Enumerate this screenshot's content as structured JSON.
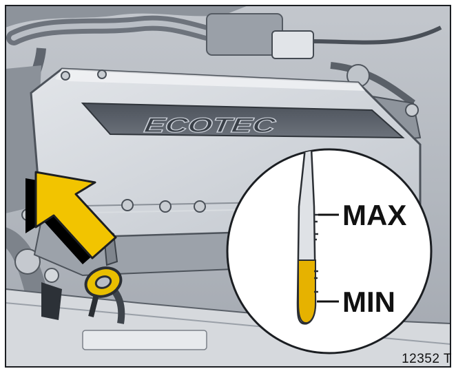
{
  "figure": {
    "engine_cover_text": "ECOTEC",
    "dipstick_labels": {
      "max": "MAX",
      "min": "MIN"
    },
    "reference_code": "12352 T",
    "oil_level_fraction": 0.45,
    "colors": {
      "arrow": "#f2c400",
      "oil": "#e6b200",
      "engine_shade": "#a9aeb6",
      "background": "#ffffff"
    },
    "icons": [
      "arrow-icon",
      "oil-filler-cap-icon",
      "dipstick-icon"
    ]
  }
}
